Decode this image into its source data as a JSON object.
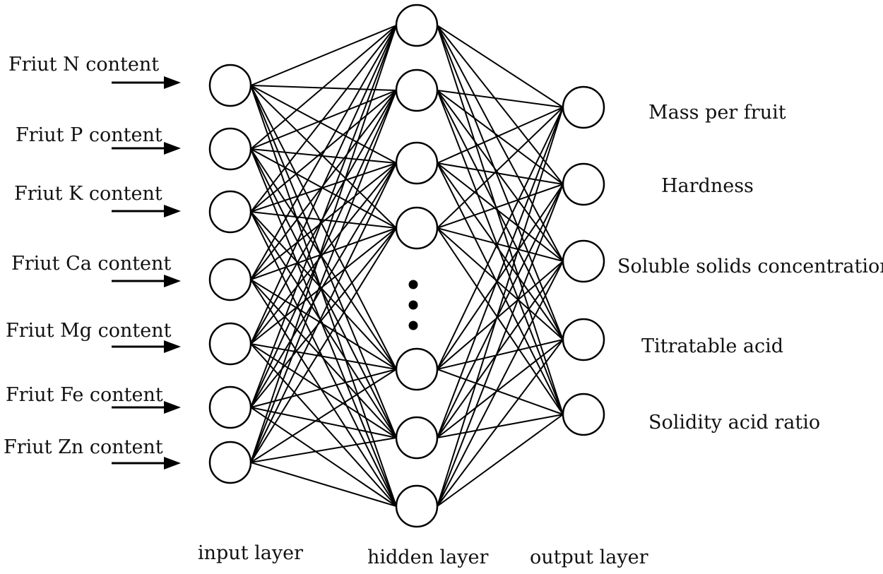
{
  "inputs": [
    "Friut N content",
    "Friut P content",
    "Friut K content",
    "Friut Ca content",
    "Friut Mg content",
    "Friut Fe content",
    "Friut Zn content"
  ],
  "outputs": [
    "Mass per fruit",
    "Hardness",
    "Soluble solids concentration",
    "Titratable acid",
    "Solidity acid ratio"
  ],
  "layers": {
    "input": "input layer",
    "hidden": "hidden layer",
    "output": "output layer"
  },
  "network": {
    "input_nodes": 7,
    "hidden_nodes_shown": 7,
    "output_nodes": 5,
    "hidden_ellipsis": true,
    "colors": {
      "stroke": "#000000",
      "fill": "#ffffff",
      "text": "#111111"
    }
  }
}
